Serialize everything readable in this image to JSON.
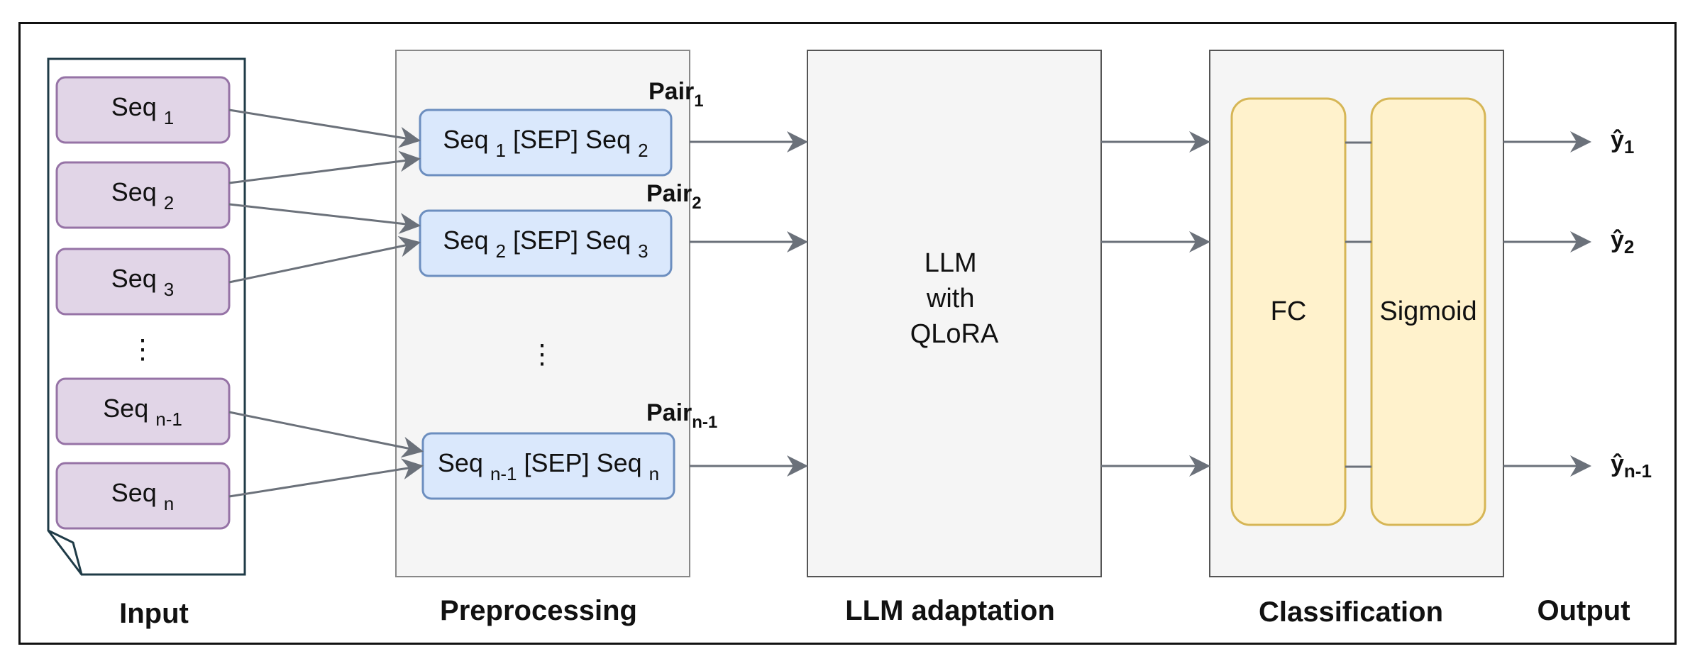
{
  "stages": {
    "input": "Input",
    "preprocessing": "Preprocessing",
    "llm_adaptation": "LLM adaptation",
    "classification": "Classification",
    "output": "Output"
  },
  "input_seqs": [
    {
      "base": "Seq",
      "sub": "1"
    },
    {
      "base": "Seq",
      "sub": "2"
    },
    {
      "base": "Seq",
      "sub": "3"
    },
    {
      "base": "Seq",
      "sub": "n-1"
    },
    {
      "base": "Seq",
      "sub": "n"
    }
  ],
  "ellipsis": "⋮",
  "pairs": [
    {
      "label": "Pair",
      "label_sub": "1",
      "a": "Seq",
      "a_sub": "1",
      "sep": "[SEP]",
      "b": "Seq",
      "b_sub": "2"
    },
    {
      "label": "Pair",
      "label_sub": "2",
      "a": "Seq",
      "a_sub": "2",
      "sep": "[SEP]",
      "b": "Seq",
      "b_sub": "3"
    },
    {
      "label": "Pair",
      "label_sub": "n-1",
      "a": "Seq",
      "a_sub": "n-1",
      "sep": "[SEP]",
      "b": "Seq",
      "b_sub": "n"
    }
  ],
  "llm": {
    "line1": "LLM",
    "line2": "with",
    "line3": "QLoRA"
  },
  "classifier": {
    "fc": "FC",
    "sigmoid": "Sigmoid"
  },
  "outputs": [
    {
      "base": "ŷ",
      "sub": "1"
    },
    {
      "base": "ŷ",
      "sub": "2"
    },
    {
      "base": "ŷ",
      "sub": "n-1"
    }
  ],
  "colors": {
    "seq_fill": "#e1d5e7",
    "seq_stroke": "#9673a6",
    "pair_fill": "#dae8fc",
    "pair_stroke": "#6c8ebf",
    "panel_fill": "#f5f5f5",
    "panel_stroke": "#666666",
    "block_fill": "#fff2cc",
    "block_stroke": "#d6b656",
    "arrow": "#6b717a"
  }
}
